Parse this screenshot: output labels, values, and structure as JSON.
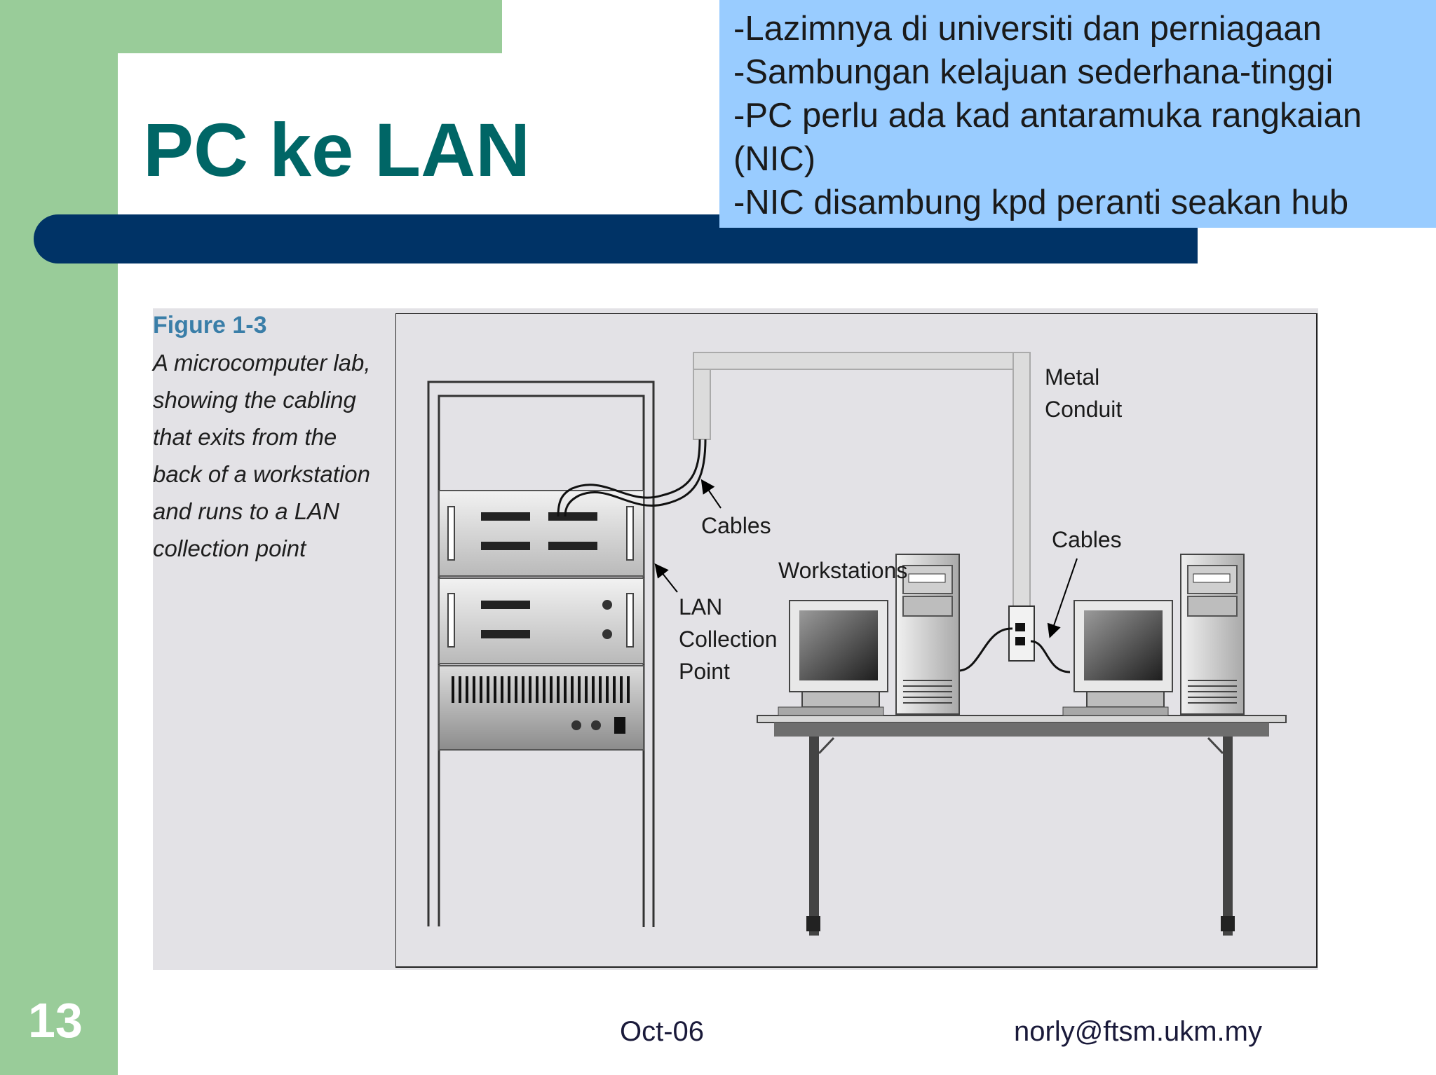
{
  "slide": {
    "title": "PC ke LAN",
    "notes": [
      "-Lazimnya di universiti dan perniagaan",
      "-Sambungan kelajuan sederhana-tinggi",
      "-PC perlu ada kad antaramuka rangkaian",
      "(NIC)",
      "-NIC disambung kpd peranti seakan hub"
    ],
    "page_number": "13",
    "footer_date": "Oct-06",
    "footer_email": "norly@ftsm.ukm.my"
  },
  "figure": {
    "title": "Figure 1-3",
    "caption_lines": [
      "A microcomputer lab,",
      "showing the cabling",
      "that exits from the",
      "back of a workstation",
      "and runs to a LAN",
      "collection point"
    ],
    "labels": {
      "metal_conduit_1": "Metal",
      "metal_conduit_2": "Conduit",
      "cables_rack": "Cables",
      "cables_desk": "Cables",
      "workstations": "Workstations",
      "lan_1": "LAN",
      "lan_2": "Collection",
      "lan_3": "Point"
    }
  },
  "colors": {
    "title": "#006666",
    "side_green": "#99cc99",
    "bar_navy": "#003366",
    "note_blue": "#99ccff",
    "figure_bg": "#e3e2e6"
  }
}
